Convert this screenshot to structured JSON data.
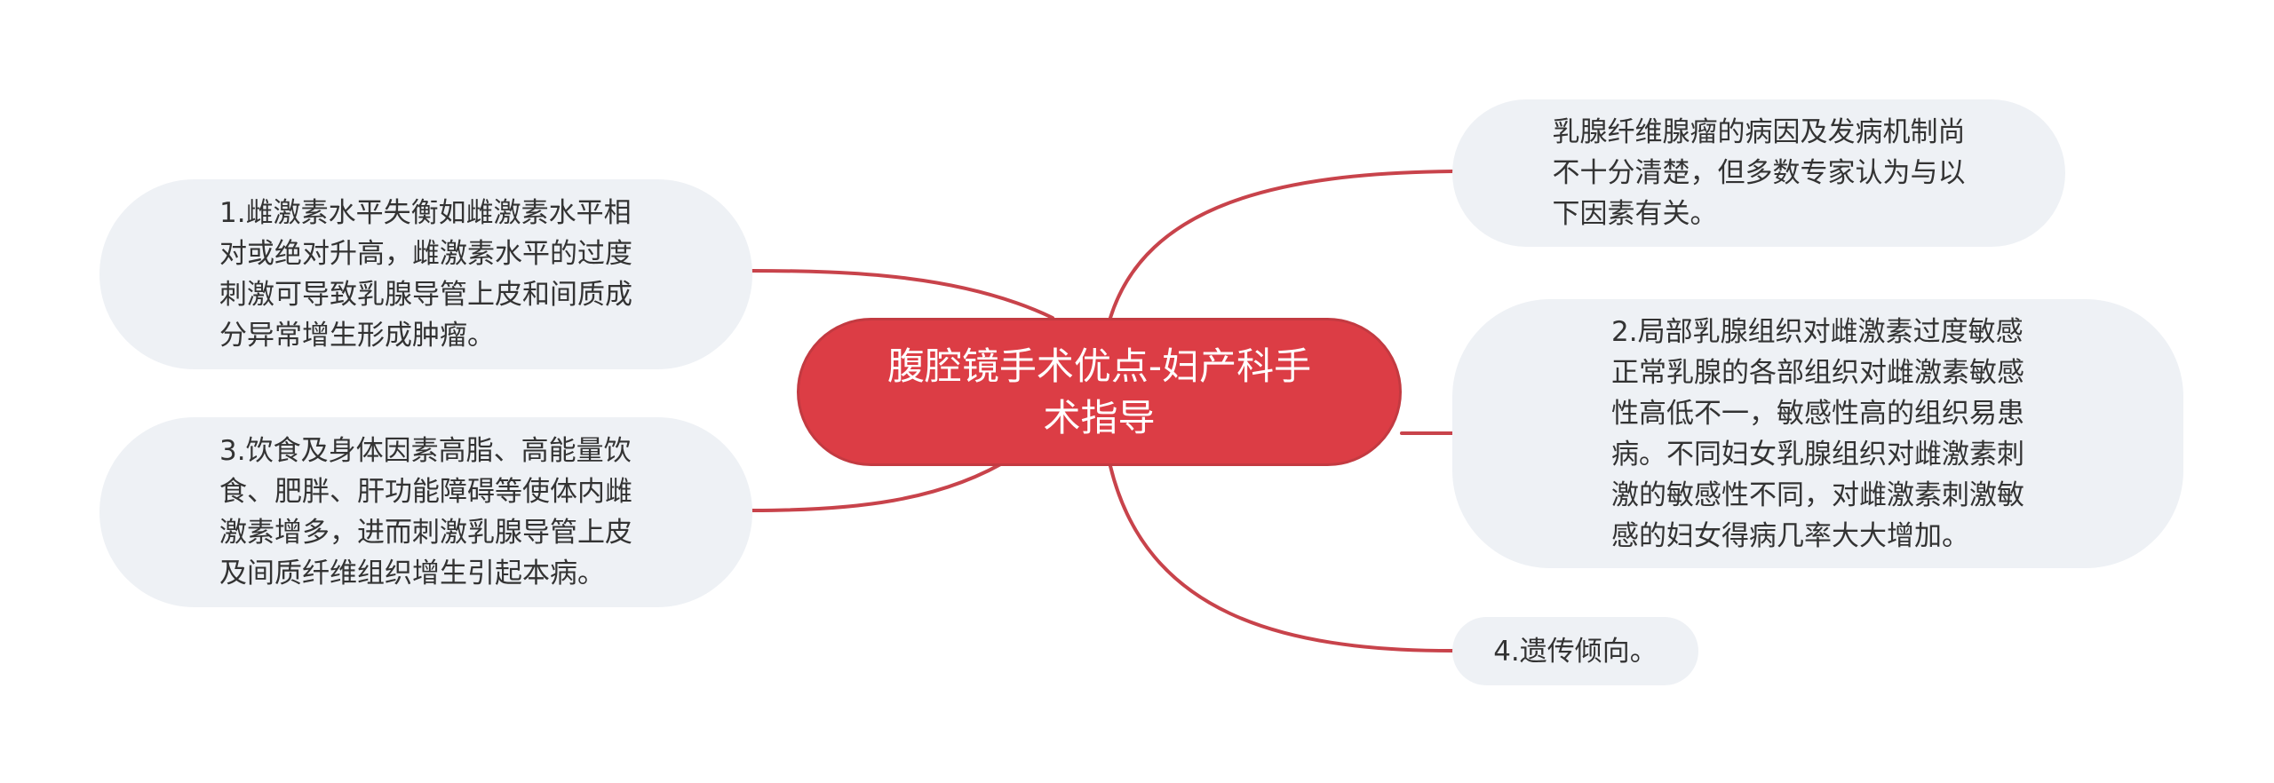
{
  "colors": {
    "center_fill": "#dc3d45",
    "link": "#c8434b",
    "node_fill": "#eef1f5",
    "text": "#333333"
  },
  "center": {
    "lines": [
      "腹腔镜手术优点-妇产科手",
      "术指导"
    ]
  },
  "nodes": {
    "left_1": {
      "lines": [
        "1.雌激素水平失衡如雌激素水平相",
        "对或绝对升高，雌激素水平的过度",
        "刺激可导致乳腺导管上皮和间质成",
        "分异常增生形成肿瘤。"
      ]
    },
    "left_2": {
      "lines": [
        "3.饮食及身体因素高脂、高能量饮",
        "食、肥胖、肝功能障碍等使体内雌",
        "激素增多，进而刺激乳腺导管上皮",
        "及间质纤维组织增生引起本病。"
      ]
    },
    "right_1": {
      "lines": [
        "乳腺纤维腺瘤的病因及发病机制尚",
        "不十分清楚，但多数专家认为与以",
        "下因素有关。"
      ]
    },
    "right_2": {
      "lines": [
        "2.局部乳腺组织对雌激素过度敏感",
        "正常乳腺的各部组织对雌激素敏感",
        "性高低不一，敏感性高的组织易患",
        "病。不同妇女乳腺组织对雌激素刺",
        "激的敏感性不同，对雌激素刺激敏",
        "感的妇女得病几率大大增加。"
      ]
    },
    "right_3": {
      "lines": [
        "4.遗传倾向。"
      ]
    }
  }
}
